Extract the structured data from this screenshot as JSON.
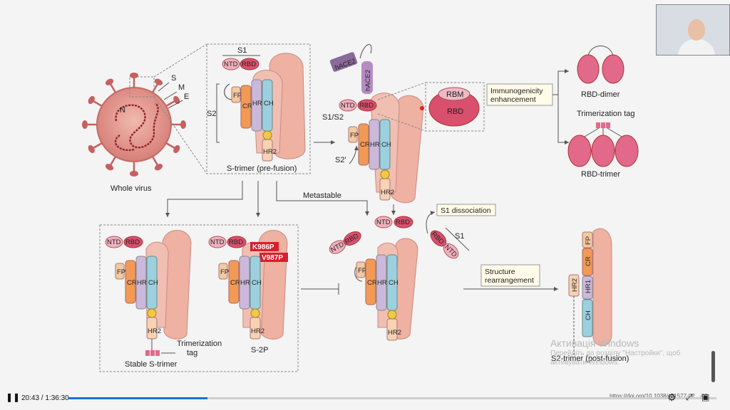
{
  "figure": {
    "virus": {
      "label": "Whole virus",
      "n_label": "N",
      "s_label": "S",
      "m_label": "M",
      "e_label": "E"
    },
    "prefusion": {
      "caption": "S-trimer (pre-fusion)",
      "s1": "S1",
      "s2": "S2",
      "ntd": "NTD",
      "rbd": "RBD",
      "fp": "FP",
      "cr": "CR",
      "hr1": "HR1",
      "ch": "CH",
      "hr2": "HR2"
    },
    "ace2_bound": {
      "hace2_a": "hACE2",
      "hace2_b": "hACE2",
      "s1s2": "S1/S2",
      "s2prime": "S2'",
      "ntd": "NTD",
      "rbd": "RBD",
      "fp": "FP",
      "cr": "CR",
      "hr1": "HR1",
      "ch": "CH",
      "hr2": "HR2"
    },
    "rbd_zoom": {
      "rbm": "RBM",
      "rbd": "RBD"
    },
    "immuno_box": {
      "line1": "Immunogenicity",
      "line2": "enhancement"
    },
    "rbd_dimer": "RBD-dimer",
    "trimer_tag": "Trimerization tag",
    "rbd_trimer": "RBD-trimer",
    "metastable": "Metastable",
    "dissociated": {
      "ntd": "NTD",
      "rbd": "RBD",
      "ntd2": "NTD",
      "rbd2": "RBD",
      "rbd3": "RBD",
      "ntd3": "NTD",
      "s1": "S1",
      "fp": "FP",
      "cr": "CR",
      "hr1": "HR1",
      "ch": "CH",
      "hr2": "HR2"
    },
    "s1_box": "S1 dissociation",
    "structure_box": {
      "line1": "Structure",
      "line2": "rearrangement"
    },
    "postfusion": {
      "caption": "S2-trimer (post-fusion)",
      "fp": "FP",
      "cr": "CR",
      "hr1": "HR1",
      "ch": "CH",
      "hr2": "HR2"
    },
    "stable": {
      "caption": "Stable S-trimer",
      "tag1": "Trimerization",
      "tag2": "tag",
      "ntd": "NTD",
      "rbd": "RBD",
      "fp": "FP",
      "cr": "CR",
      "hr1": "HR1",
      "ch": "CH",
      "hr2": "HR2"
    },
    "s2p": {
      "caption": "S-2P",
      "mut1": "K986P",
      "mut2": "V987P",
      "ntd": "NTD",
      "rbd": "RBD",
      "fp": "FP",
      "cr": "CR",
      "hr1": "HR1",
      "ch": "CH",
      "hr2": "HR2"
    }
  },
  "watermark": {
    "title": "Активація Windows",
    "line1": "Перейдіть до розділу \"Настройки\", щоб",
    "line2": "активувати Windows."
  },
  "doi": "https://doi.org/10.1038/s41577-02...-00",
  "player": {
    "time": "20:43 / 1:36:30",
    "progress": 0.215
  },
  "colors": {
    "fp": "#f3c9a3",
    "cr": "#f29a55",
    "hr1": "#cbb8da",
    "ch": "#9dd0de",
    "hr2": "#f7d2b3",
    "body": "#eeb1a2",
    "rbd": "#d9506e",
    "ntd": "#efb1bf"
  }
}
